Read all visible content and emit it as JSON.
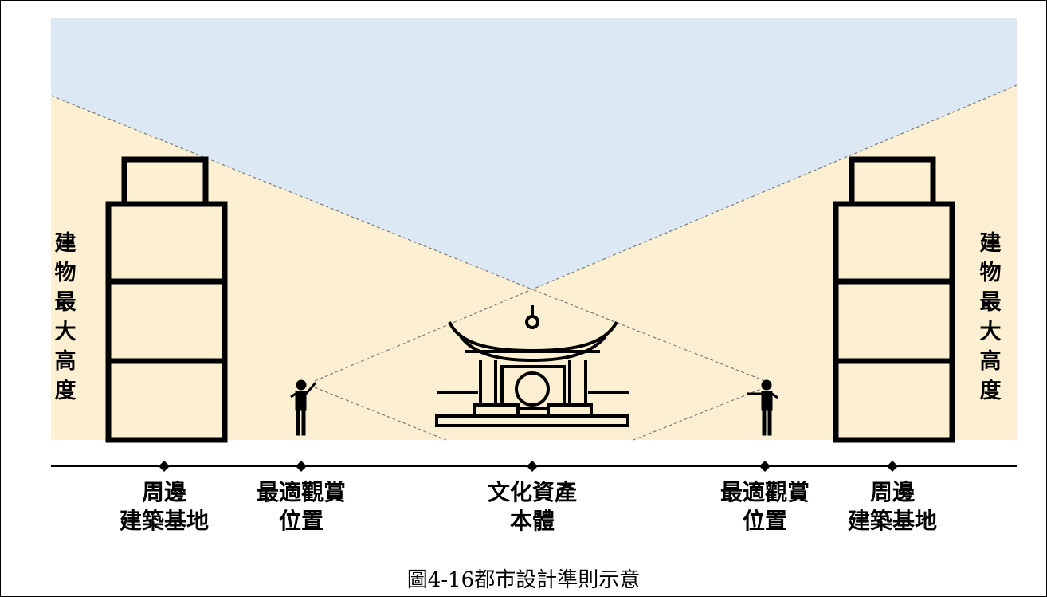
{
  "colors": {
    "sky": "#dce9f5",
    "ground_zone": "#fdf0d2",
    "outline": "#000000",
    "sightline": "#7a7a7a"
  },
  "left_height_label": [
    "建",
    "物",
    "最",
    "大",
    "高",
    "度"
  ],
  "right_height_label": [
    "建",
    "物",
    "最",
    "大",
    "高",
    "度"
  ],
  "bottom_labels": {
    "left_site": [
      "周邊",
      "建築基地"
    ],
    "left_view": [
      "最適觀賞",
      "位置"
    ],
    "heritage": [
      "文化資產",
      "本體"
    ],
    "right_view": [
      "最適觀賞",
      "位置"
    ],
    "right_site": [
      "周邊",
      "建築基地"
    ]
  },
  "caption": "圖4-16都市設計準則示意",
  "icons": [
    "building-icon",
    "viewer-icon",
    "pavilion-icon",
    "diamond-marker-icon"
  ]
}
